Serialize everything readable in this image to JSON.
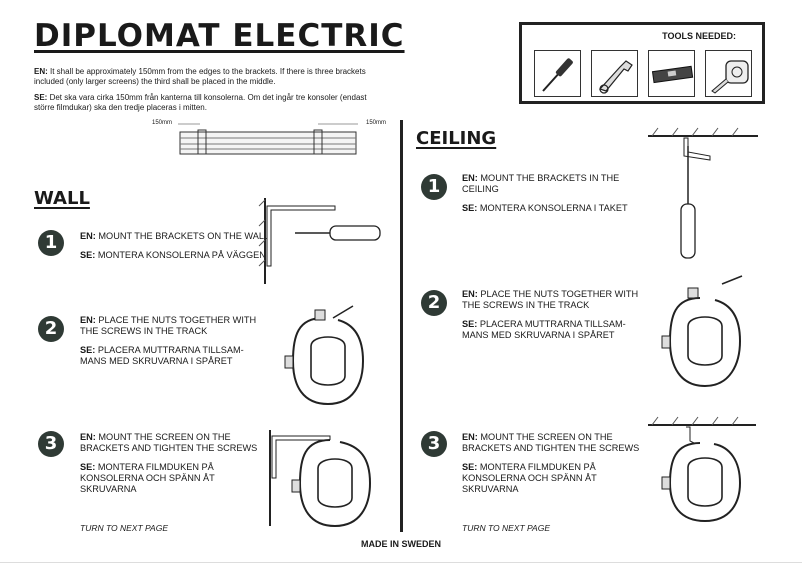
{
  "header": {
    "title": "DIPLOMAT ELECTRIC",
    "intro_en_tag": "EN:",
    "intro_en": "It shall be approximately 150mm from the edges to the brackets. If there is three brackets included (only larger screens) the third shall be placed in the middle.",
    "intro_se_tag": "SE:",
    "intro_se": "Det ska vara cirka 150mm från kanterna till konsolerna. Om det ingår tre konsoler (endast större filmdukar) ska den tredje placeras i mitten."
  },
  "tools": {
    "label": "TOOLS NEEDED:",
    "items": [
      "screwdriver-icon",
      "wrench-icon",
      "spirit-level-icon",
      "tape-measure-icon"
    ]
  },
  "diagram": {
    "left_measure": "150mm",
    "right_measure": "150mm"
  },
  "wall": {
    "heading": "WALL",
    "steps": [
      {
        "num": "1",
        "en_tag": "EN:",
        "en": "MOUNT THE BRACKETS ON THE WALL",
        "se_tag": "SE:",
        "se": "MONTERA KONSOLERNA PÅ VÄGGEN"
      },
      {
        "num": "2",
        "en_tag": "EN:",
        "en": "PLACE THE NUTS TOGETHER WITH THE SCREWS IN THE TRACK",
        "se_tag": "SE:",
        "se": "PLACERA MUTTRARNA TILLSAM-MANS MED SKRUVARNA I SPÅRET"
      },
      {
        "num": "3",
        "en_tag": "EN:",
        "en": "MOUNT THE SCREEN ON THE BRACKETS AND TIGHTEN THE SCREWS",
        "se_tag": "SE:",
        "se": "MONTERA FILMDUKEN PÅ KONSOLERNA OCH SPÄNN ÅT SKRUVARNA"
      }
    ],
    "note": "TURN TO NEXT PAGE"
  },
  "ceiling": {
    "heading": "CEILING",
    "steps": [
      {
        "num": "1",
        "en_tag": "EN:",
        "en": "MOUNT THE BRACKETS IN THE CEILING",
        "se_tag": "SE:",
        "se": "MONTERA KONSOLERNA I TAKET"
      },
      {
        "num": "2",
        "en_tag": "EN:",
        "en": "PLACE THE NUTS TOGETHER WITH THE SCREWS IN THE TRACK",
        "se_tag": "SE:",
        "se": "PLACERA MUTTRARNA TILLSAM-MANS MED SKRUVARNA I SPÅRET"
      },
      {
        "num": "3",
        "en_tag": "EN:",
        "en": "MOUNT THE SCREEN ON THE BRACKETS AND TIGHTEN THE SCREWS",
        "se_tag": "SE:",
        "se": "MONTERA FILMDUKEN PÅ KONSOLERNA OCH SPÄNN ÅT SKRUVARNA"
      }
    ],
    "note": "TURN TO NEXT PAGE"
  },
  "footer": {
    "text": "MADE IN SWEDEN"
  }
}
